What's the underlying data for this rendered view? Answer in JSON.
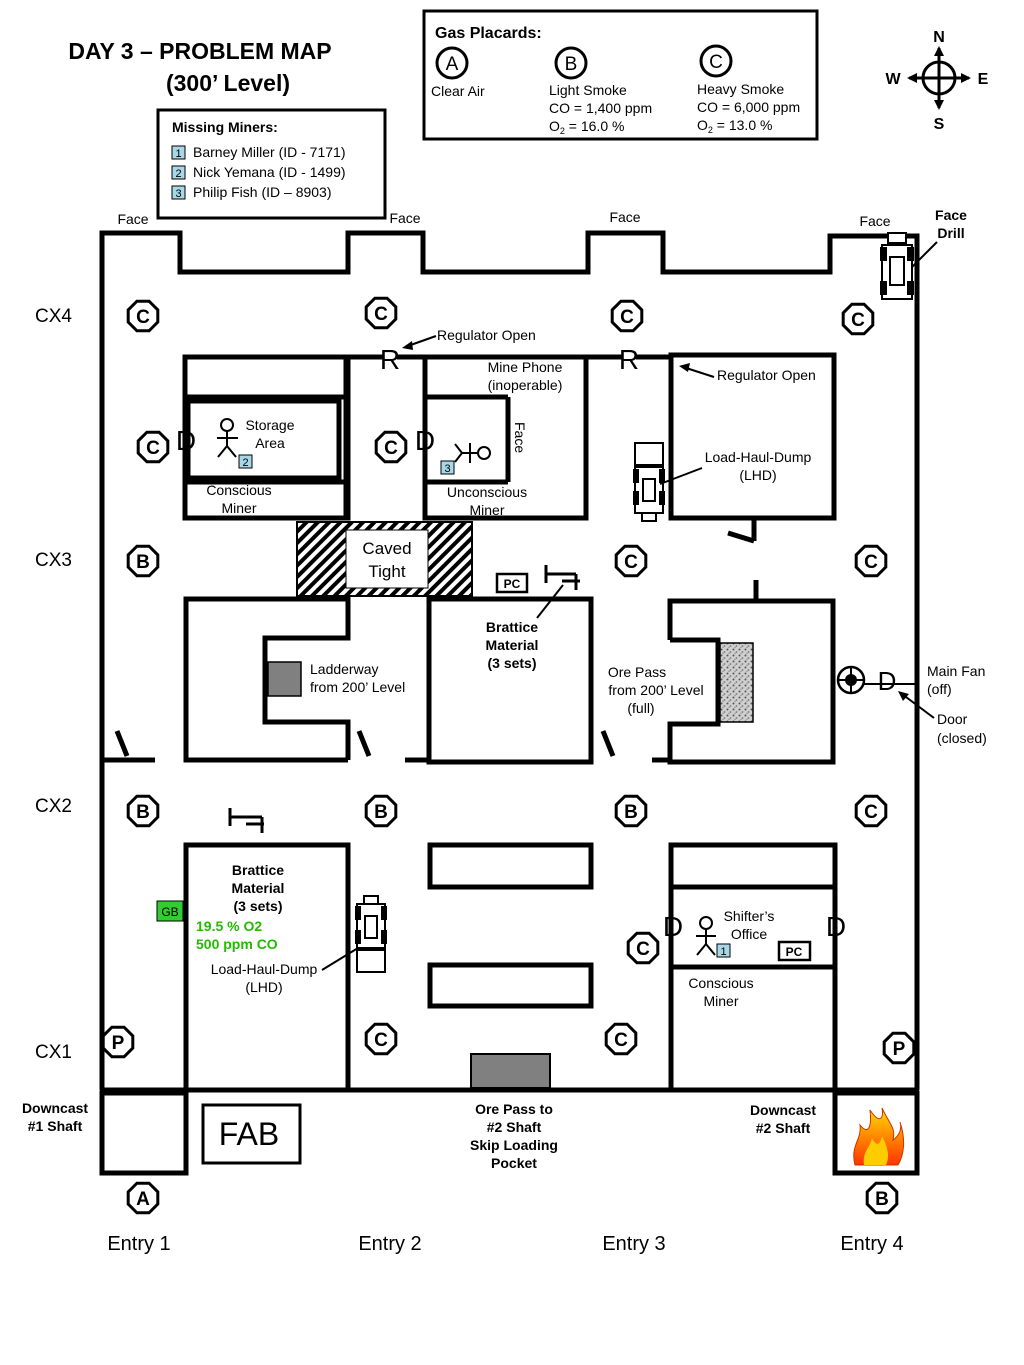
{
  "title": {
    "line1": "DAY 3 – PROBLEM MAP",
    "line2": "(300’ Level)"
  },
  "legend": {
    "heading": "Gas Placards:",
    "a": {
      "letter": "A",
      "desc1": "Clear Air"
    },
    "b": {
      "letter": "B",
      "desc1": "Light Smoke",
      "desc2": "CO = 1,400 ppm",
      "desc3_pre": "O",
      "desc3_sub": "2",
      "desc3_post": " = 16.0 %"
    },
    "c": {
      "letter": "C",
      "desc1": "Heavy Smoke",
      "desc2": "CO = 6,000 ppm",
      "desc3_pre": "O",
      "desc3_sub": "2",
      "desc3_post": " = 13.0 %"
    }
  },
  "compass": {
    "n": "N",
    "s": "S",
    "e": "E",
    "w": "W"
  },
  "missing": {
    "heading": "Missing Miners:",
    "items": [
      {
        "num": "1",
        "name": "Barney Miller (ID - 7171)"
      },
      {
        "num": "2",
        "name": "Nick Yemana (ID - 1499)"
      },
      {
        "num": "3",
        "name": "Philip Fish (ID – 8903)"
      }
    ]
  },
  "faces": {
    "face": "Face",
    "face_drill_1": "Face",
    "face_drill_2": "Drill"
  },
  "crosscuts": {
    "cx4": "CX4",
    "cx3": "CX3",
    "cx2": "CX2",
    "cx1": "CX1"
  },
  "entries": {
    "e1": "Entry 1",
    "e2": "Entry 2",
    "e3": "Entry 3",
    "e4": "Entry 4"
  },
  "placard_letters": {
    "a": "A",
    "b": "B",
    "c": "C",
    "p": "P"
  },
  "symbols": {
    "regulator": "R",
    "door": "D",
    "pc": "PC",
    "gb": "GB",
    "fab": "FAB"
  },
  "labels": {
    "regulator_open": "Regulator Open",
    "mine_phone_1": "Mine Phone",
    "mine_phone_2": "(inoperable)",
    "storage_1": "Storage",
    "storage_2": "Area",
    "conscious_1": "Conscious",
    "conscious_2": "Miner",
    "unconscious_1": "Unconscious",
    "unconscious_2": "Miner",
    "lhd_1": "Load-Haul-Dump",
    "lhd_2": "(LHD)",
    "caved_1": "Caved",
    "caved_2": "Tight",
    "brattice_1": "Brattice",
    "brattice_2": "Material",
    "brattice_3": "(3 sets)",
    "ladderway_1": "Ladderway",
    "ladderway_2": "from 200’ Level",
    "orepass_1": "Ore Pass",
    "orepass_2": "from 200’ Level",
    "orepass_3": "(full)",
    "mainfan_1": "Main Fan",
    "mainfan_2": "(off)",
    "door_1": "Door",
    "door_2": "(closed)",
    "gb_o2": "19.5 % O2",
    "gb_co": "500 ppm CO",
    "shifter_1": "Shifter’s",
    "shifter_2": "Office",
    "downcast1_1": "Downcast",
    "downcast1_2": "#1 Shaft",
    "downcast2_1": "Downcast",
    "downcast2_2": "#2 Shaft",
    "skip_1": "Ore Pass to",
    "skip_2": "#2 Shaft",
    "skip_3": "Skip Loading",
    "skip_4": "Pocket"
  },
  "colors": {
    "gb_green": "#33cc33",
    "gb_text": "#22bb00",
    "miner_box": "#a8d8e8",
    "ore_gray": "#808080"
  }
}
